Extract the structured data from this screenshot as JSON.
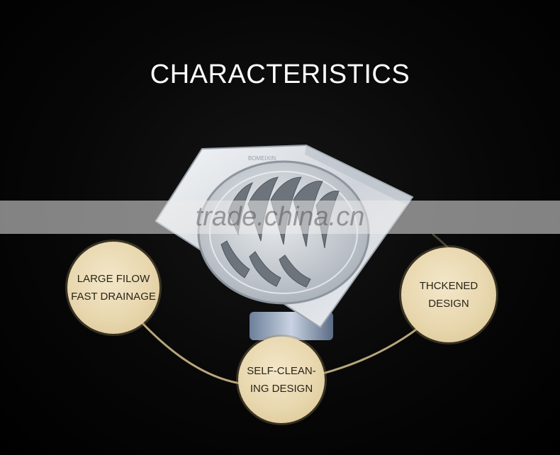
{
  "title": "CHARACTERISTICS",
  "watermark": "trade.china.cn",
  "features": [
    {
      "line1": "LARGE FILOW",
      "line2": "FAST DRAINAGE"
    },
    {
      "line1": "THCKENED",
      "line2": "DESIGN"
    },
    {
      "line1": "SELF-CLEAN-",
      "line2": "ING DESIGN"
    }
  ],
  "colors": {
    "background": "#000000",
    "title": "#ffffff",
    "bubble": "#e8d7ae",
    "connector": "#b9a77a",
    "metal": "#d9dde2"
  },
  "product": {
    "name": "stainless steel square floor drain",
    "icon": "floor-drain-image"
  }
}
